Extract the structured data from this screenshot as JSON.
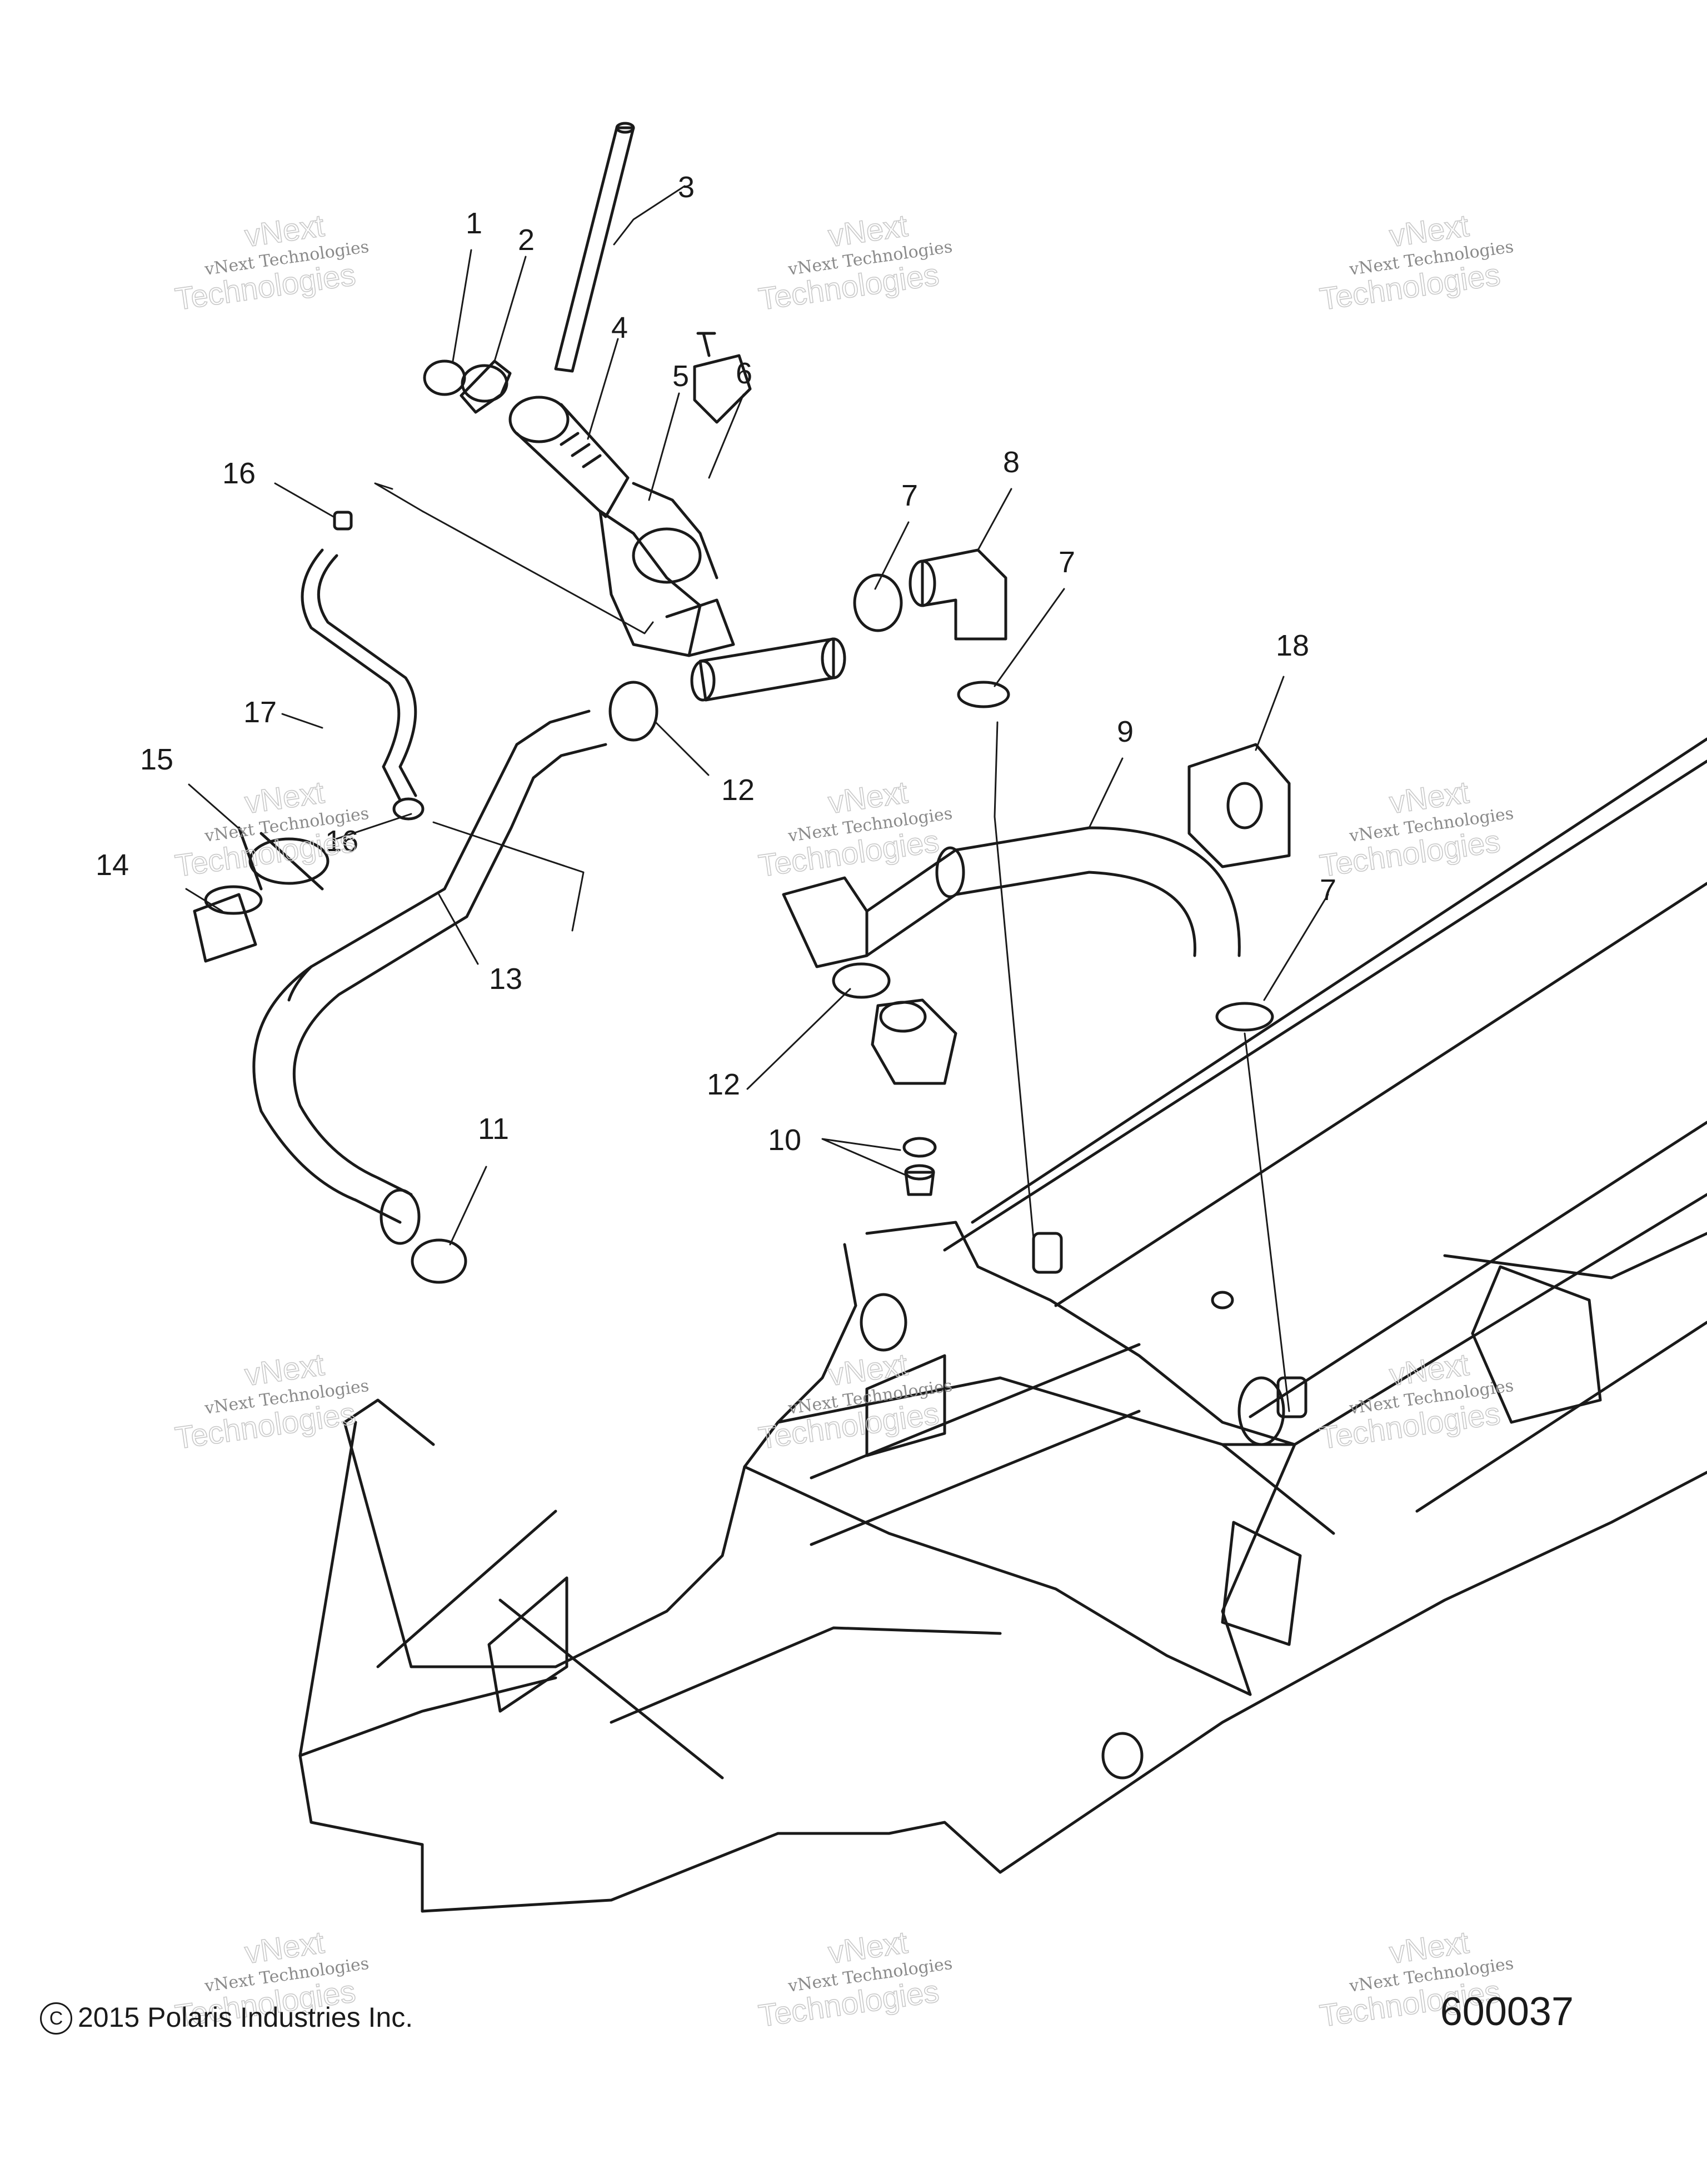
{
  "callouts": [
    {
      "label": "1"
    },
    {
      "label": "2"
    },
    {
      "label": "3"
    },
    {
      "label": "4"
    },
    {
      "label": "5"
    },
    {
      "label": "6"
    },
    {
      "label": "7"
    },
    {
      "label": "8"
    },
    {
      "label": "7"
    },
    {
      "label": "18"
    },
    {
      "label": "16"
    },
    {
      "label": "17"
    },
    {
      "label": "12"
    },
    {
      "label": "9"
    },
    {
      "label": "15"
    },
    {
      "label": "16"
    },
    {
      "label": "14"
    },
    {
      "label": "13"
    },
    {
      "label": "7"
    },
    {
      "label": "12"
    },
    {
      "label": "10"
    },
    {
      "label": "11"
    }
  ],
  "watermark": {
    "line1": "vNext Technologies",
    "line2": "Technologies",
    "line3": "vNext"
  },
  "footer": {
    "copyright_symbol": "C",
    "copyright": "2015 Polaris Industries Inc.",
    "figure_number": "600037"
  },
  "colors": {
    "line": "#1a1a1a",
    "shade": "#cfcfcf",
    "watermark": "#c9c9c9"
  }
}
